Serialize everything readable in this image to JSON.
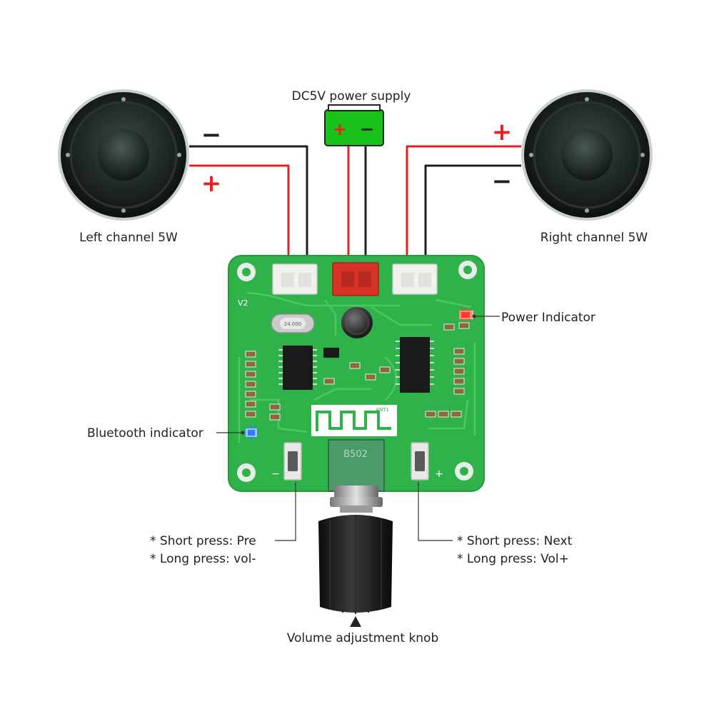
{
  "labels": {
    "power_supply": "DC5V power supply",
    "left_channel": "Left channel 5W",
    "right_channel": "Right channel 5W",
    "power_indicator": "Power Indicator",
    "bluetooth_indicator": "Bluetooth indicator",
    "prev_short": "* Short press: Pre",
    "prev_long": "* Long press: vol-",
    "next_short": "* Short press: Next",
    "next_long": "* Long press: Vol+",
    "volume_knob": "Volume adjustment knob"
  },
  "polarity": {
    "plus": "+",
    "minus": "−"
  },
  "board": {
    "version": "V2",
    "crystal": "24.000",
    "antenna": "ANT1",
    "potentiometer": "B502",
    "btn_left_mark": "−",
    "btn_right_mark": "+"
  },
  "colors": {
    "wire_red": "#e8201f",
    "wire_black": "#1e1e1e",
    "pcb_green": "#2fb24a",
    "psu_green": "#19c21a",
    "connector_red": "#d83226",
    "led_red": "#ff3a2a",
    "led_blue": "#2e7bff"
  }
}
